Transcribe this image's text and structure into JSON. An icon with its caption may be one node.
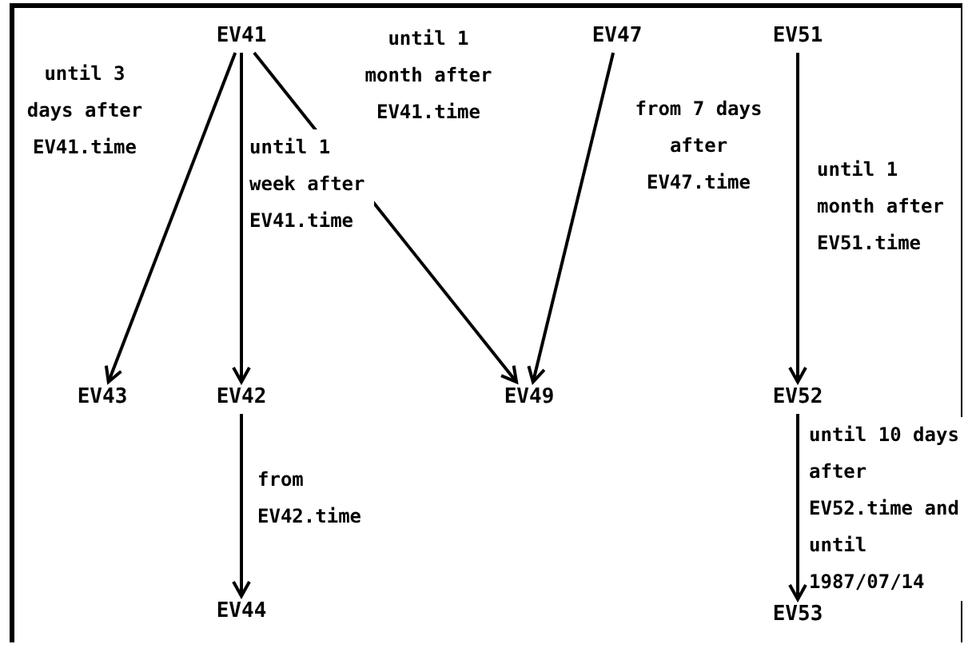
{
  "diagram": {
    "nodes": [
      {
        "text": [
          "EV41"
        ]
      },
      {
        "text": [
          "EV47"
        ]
      },
      {
        "text": [
          "EV51"
        ]
      },
      {
        "text": [
          "EV43"
        ]
      },
      {
        "text": [
          "EV42"
        ]
      },
      {
        "text": [
          "EV49"
        ]
      },
      {
        "text": [
          "EV52"
        ]
      },
      {
        "text": [
          "EV44"
        ]
      },
      {
        "text": [
          "EV53"
        ]
      }
    ],
    "edges": [
      {
        "from": 0,
        "to": 3,
        "arrow": "to",
        "label": "until 3 days after EV41.time"
      },
      {
        "from": 0,
        "to": 4,
        "arrow": "to",
        "label": "until 1 week after EV41.time"
      },
      {
        "from": 0,
        "to": 5,
        "arrow": "to",
        "label": "until 1 month after EV41.time"
      },
      {
        "from": 1,
        "to": 5,
        "arrow": "to",
        "label": "from 7 days after EV47.time"
      },
      {
        "from": 2,
        "to": 6,
        "arrow": "to",
        "label": "until 1 month after EV51.time"
      },
      {
        "from": 4,
        "to": 7,
        "arrow": "to",
        "label": "from EV42.time"
      },
      {
        "from": 6,
        "to": 8,
        "arrow": "to",
        "label": "until 10 days after EV52.time and until 1987/07/14"
      }
    ]
  }
}
